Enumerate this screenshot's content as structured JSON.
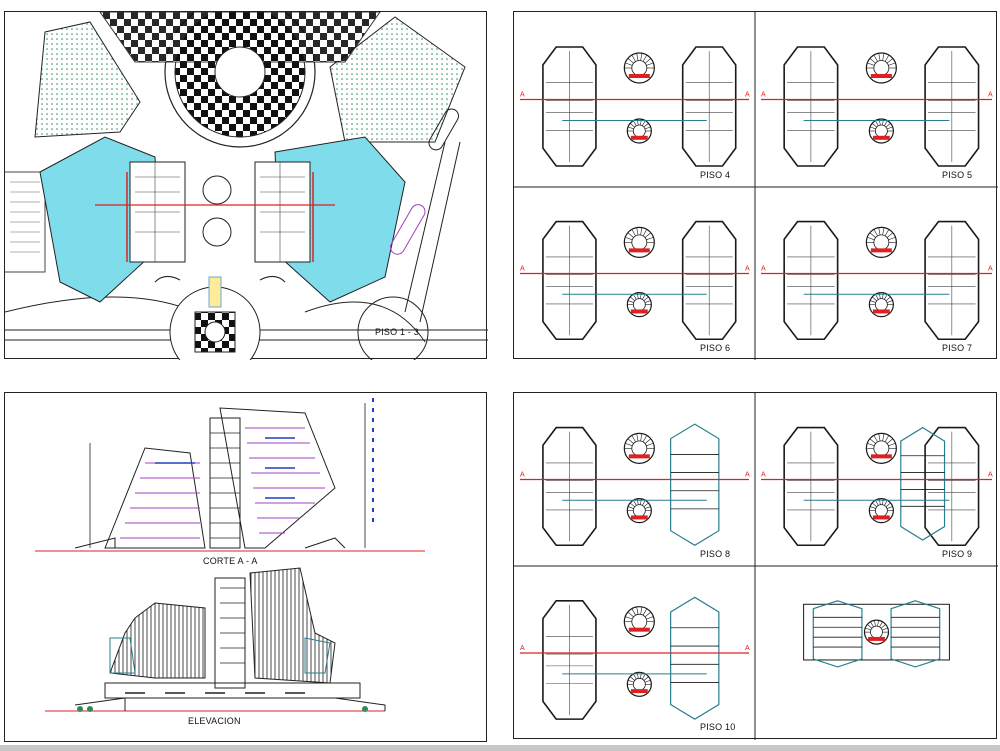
{
  "labels": {
    "site": "PISO 1 - 3",
    "piso4": "PISO 4",
    "piso5": "PISO 5",
    "piso6": "PISO 6",
    "piso7": "PISO 7",
    "piso8": "PISO 8",
    "piso9": "PISO 9",
    "piso10": "PISO 10",
    "corte": "CORTE A - A",
    "elevacion": "ELEVACION",
    "section_mark": "A"
  },
  "colors": {
    "line": "#1a1a1a",
    "pool": "#7fdcea",
    "green_hatch": "#2e8b57",
    "cut_line": "#e02020",
    "blue_detail": "#1f3fbf",
    "magenta_detail": "#a040c0",
    "teal_outline": "#2a7f8f"
  }
}
